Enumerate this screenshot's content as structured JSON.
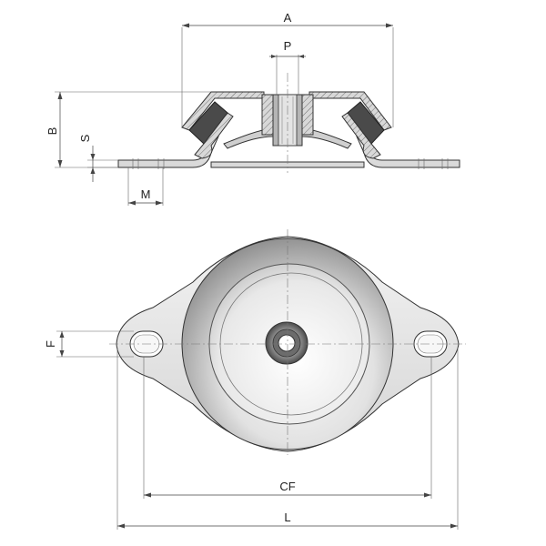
{
  "drawing": {
    "labels": {
      "A": "A",
      "P": "P",
      "B": "B",
      "S": "S",
      "M": "M",
      "F": "F",
      "CF": "CF",
      "L": "L"
    },
    "colors": {
      "plate": "#e9e9e9",
      "dome_dark": "#7c7c7c",
      "dome_light": "#f4f4f4",
      "rubber": "#4a4a4a",
      "line": "#333333"
    }
  }
}
